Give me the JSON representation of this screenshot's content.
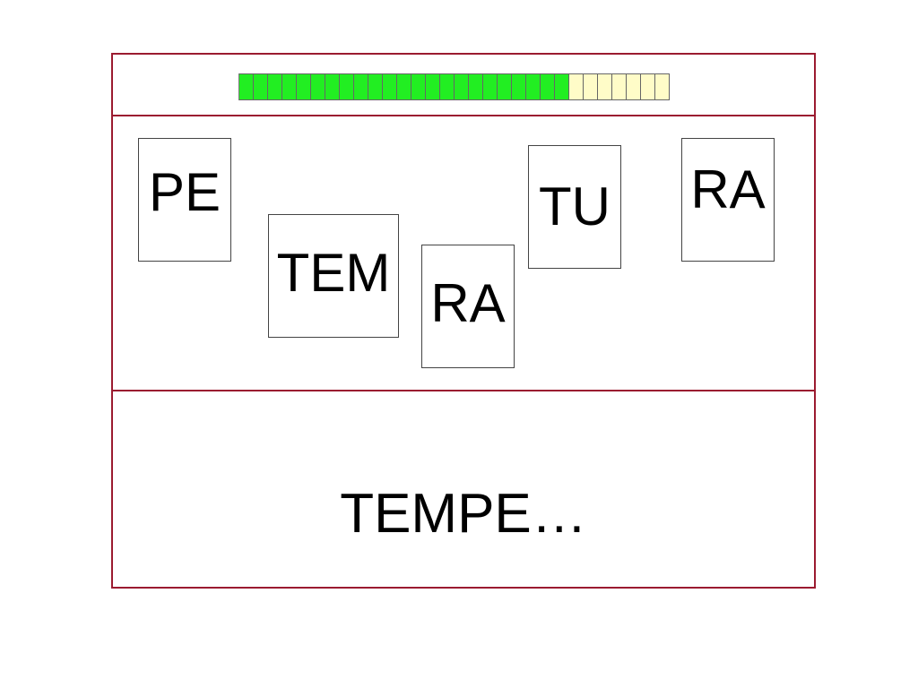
{
  "progress": {
    "completed_segments": 23,
    "total_segments": 30,
    "colors": {
      "completed": "#22ee22",
      "remaining": "#fffcc8",
      "frame": "#9b1b30"
    }
  },
  "cards": [
    {
      "id": "pe",
      "label": "PE"
    },
    {
      "id": "tem",
      "label": "TEM"
    },
    {
      "id": "ra-1",
      "label": "RA"
    },
    {
      "id": "tu",
      "label": "TU"
    },
    {
      "id": "ra-2",
      "label": "RA"
    }
  ],
  "answer": {
    "text": "TEMPE…"
  }
}
